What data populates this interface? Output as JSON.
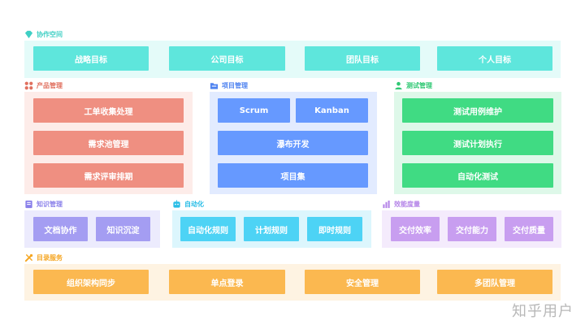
{
  "colors": {
    "teal": "#5ee6dc",
    "teal_bg": "#e4fbf9",
    "salmon": "#ef8f81",
    "salmon_bg": "#fdece9",
    "blue": "#6699ff",
    "blue_bg": "#e2ebff",
    "green": "#40db83",
    "green_bg": "#def8e9",
    "purple": "#a49df2",
    "purple_bg": "#ecebfd",
    "cyan": "#4dd3f5",
    "cyan_bg": "#dcf6fd",
    "lilac": "#c89ef0",
    "lilac_bg": "#f4ebfc",
    "orange": "#fbb850",
    "orange_bg": "#fef3e2"
  },
  "sections": {
    "collab_space": {
      "title": "协作空间",
      "icon": "diamond-icon",
      "items": [
        "战略目标",
        "公司目标",
        "团队目标",
        "个人目标"
      ]
    },
    "product_mgmt": {
      "title": "产品管理",
      "icon": "grid-icon",
      "items": [
        "工单收集处理",
        "需求池管理",
        "需求评审排期"
      ]
    },
    "project_mgmt": {
      "title": "项目管理",
      "icon": "folder-icon",
      "items": [
        "Scrum",
        "Kanban",
        "瀑布开发",
        "项目集"
      ]
    },
    "test_mgmt": {
      "title": "测试管理",
      "icon": "user-icon",
      "items": [
        "测试用例维护",
        "测试计划执行",
        "自动化测试"
      ]
    },
    "knowledge_mgmt": {
      "title": "知识管理",
      "icon": "book-icon",
      "items": [
        "文档协作",
        "知识沉淀"
      ]
    },
    "automation": {
      "title": "自动化",
      "icon": "robot-icon",
      "items": [
        "自动化规则",
        "计划规则",
        "即时规则"
      ]
    },
    "efficiency": {
      "title": "效能度量",
      "icon": "chart-icon",
      "items": [
        "交付效率",
        "交付能力",
        "交付质量"
      ]
    },
    "directory": {
      "title": "目录服务",
      "icon": "tools-icon",
      "items": [
        "组织架构同步",
        "单点登录",
        "安全管理",
        "多团队管理"
      ]
    }
  },
  "watermark": "知乎用户"
}
